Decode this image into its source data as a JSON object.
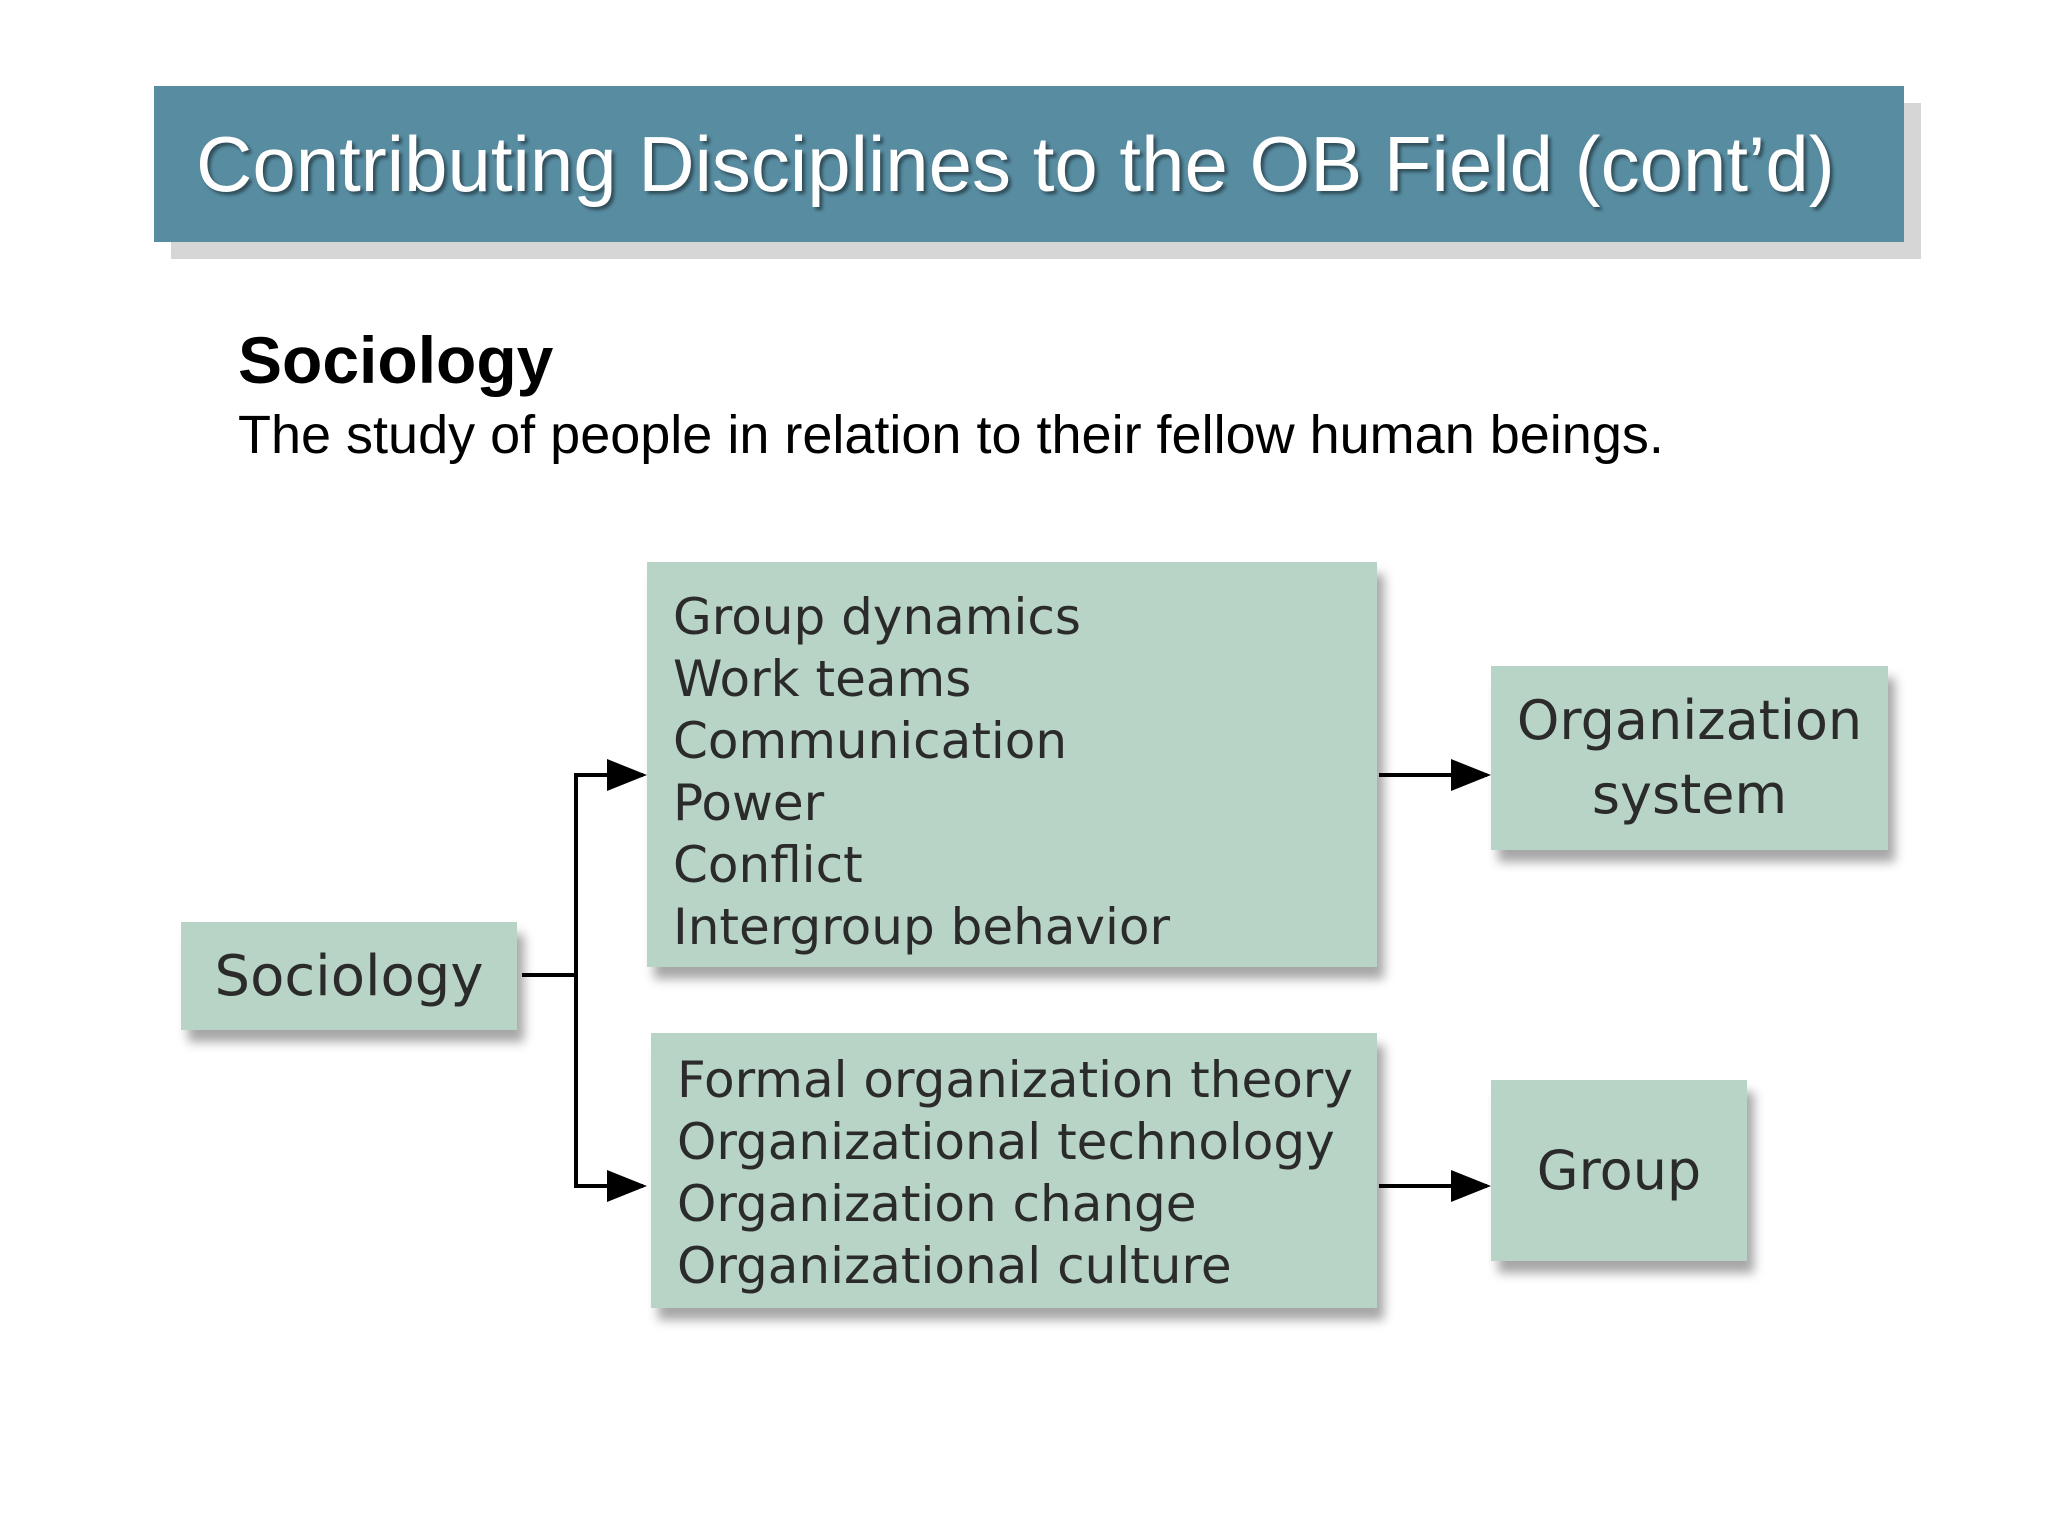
{
  "slide": {
    "title": "Contributing Disciplines to the OB Field (cont’d)",
    "heading": "Sociology",
    "definition": "The study of people in relation to their fellow human beings."
  },
  "diagram": {
    "source": "Sociology",
    "upper_topics": [
      "Group dynamics",
      "Work teams",
      "Communication",
      "Power",
      "Conflict",
      "Intergroup behavior"
    ],
    "lower_topics": [
      "Formal organization theory",
      "Organizational technology",
      "Organization change",
      "Organizational culture"
    ],
    "upper_outcome": [
      "Organization",
      "system"
    ],
    "lower_outcome": "Group"
  },
  "colors": {
    "title_bar": "#578ca1",
    "box_fill": "#b8d4c7",
    "connector": "#000000"
  }
}
